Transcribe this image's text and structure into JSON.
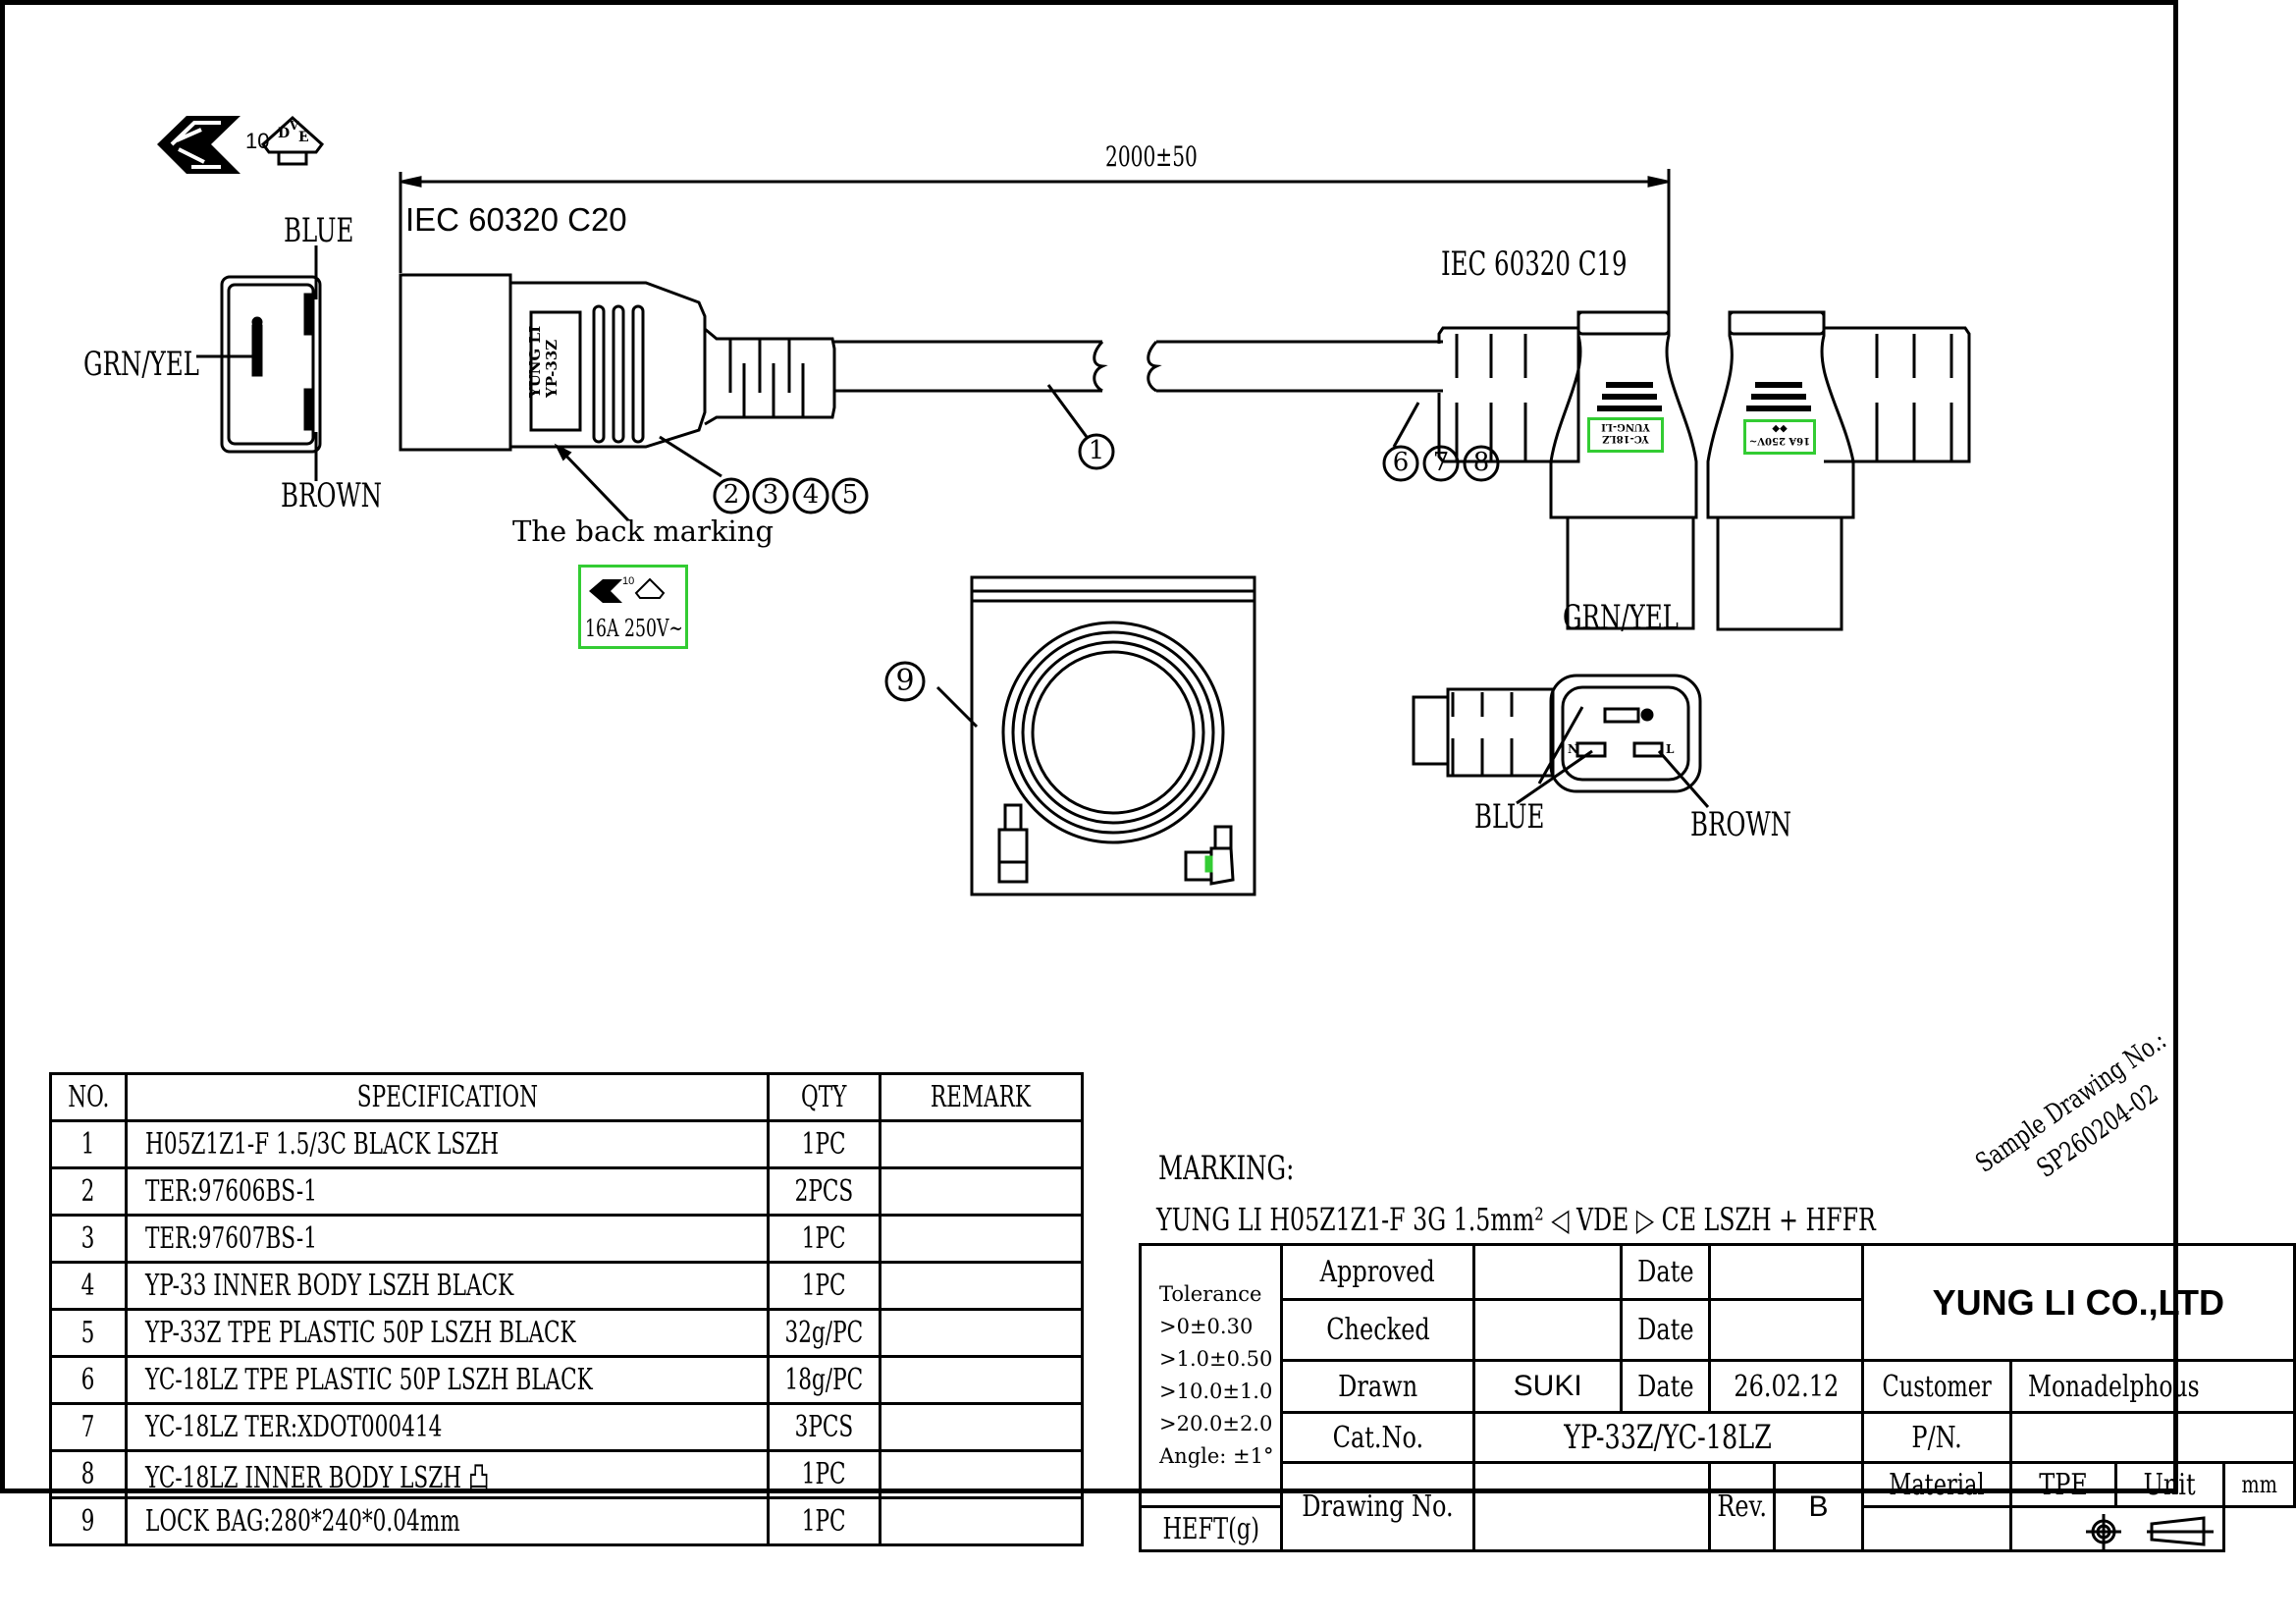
{
  "header": {
    "cert_marks": {
      "enec_number": "10",
      "vde_letters": [
        "D",
        "V",
        "E"
      ]
    },
    "dimension": "2000±50"
  },
  "plug_c20": {
    "title": "IEC 60320 C20",
    "body_marking": [
      "YUNG LI",
      "YP-33Z"
    ],
    "face_labels": {
      "top": "BLUE",
      "left": "GRN/YEL",
      "bottom": "BROWN"
    },
    "back_marking_label": "The back marking",
    "back_marking_box": {
      "enec_number": "10",
      "rating": "16A 250V~"
    },
    "balloons": [
      "2",
      "3",
      "4",
      "5"
    ]
  },
  "cable": {
    "balloon": "1"
  },
  "connector_c19": {
    "title": "IEC 60320 C19",
    "balloons": [
      "6",
      "7",
      "8"
    ],
    "front_marking": [
      "YC-18LZ",
      "YUNG-LI"
    ],
    "rear_marking": [
      "16A 250V~"
    ],
    "face_labels": {
      "top": "GRN/YEL",
      "left": "BLUE",
      "right": "BROWN",
      "neutral": "N",
      "live": "L"
    }
  },
  "bag": {
    "balloon": "9"
  },
  "parts_table": {
    "headers": [
      "NO.",
      "SPECIFICATION",
      "QTY",
      "REMARK"
    ],
    "rows": [
      {
        "no": "1",
        "spec": "H05Z1Z1-F 1.5/3C BLACK LSZH",
        "qty": "1PC",
        "remark": ""
      },
      {
        "no": "2",
        "spec": "TER:97606BS-1",
        "qty": "2PCS",
        "remark": ""
      },
      {
        "no": "3",
        "spec": "TER:97607BS-1",
        "qty": "1PC",
        "remark": ""
      },
      {
        "no": "4",
        "spec": "YP-33 INNER BODY  LSZH BLACK",
        "qty": "1PC",
        "remark": ""
      },
      {
        "no": "5",
        "spec": "YP-33Z TPE PLASTIC 50P LSZH BLACK",
        "qty": "32g/PC",
        "remark": ""
      },
      {
        "no": "6",
        "spec": "YC-18LZ TPE PLASTIC 50P LSZH BLACK",
        "qty": "18g/PC",
        "remark": ""
      },
      {
        "no": "7",
        "spec": "YC-18LZ TER:XDOT000414",
        "qty": "3PCS",
        "remark": ""
      },
      {
        "no": "8",
        "spec": "YC-18LZ INNER BODY LSZH  凸",
        "qty": "1PC",
        "remark": ""
      },
      {
        "no": "9",
        "spec": "LOCK BAG:280*240*0.04mm",
        "qty": "1PC",
        "remark": ""
      }
    ]
  },
  "marking": {
    "label": "MARKING:",
    "text": "YUNG LI H05Z1Z1-F  3G 1.5mm² ◁ VDE ▷  CE   LSZH + HFFR"
  },
  "sample_drawing": {
    "label": "Sample Drawing No.:",
    "number": "SP260204-02"
  },
  "title_block": {
    "tolerance": [
      "Tolerance",
      ">0±0.30",
      ">1.0±0.50",
      ">10.0±1.0",
      ">20.0±2.0",
      "Angle: ±1°"
    ],
    "approved_label": "Approved",
    "approved_value": "",
    "checked_label": "Checked",
    "checked_value": "",
    "drawn_label": "Drawn",
    "drawn_value": "SUKI",
    "date_label": "Date",
    "approved_date": "",
    "checked_date": "",
    "drawn_date": "26.02.12",
    "company": "YUNG LI CO.,LTD",
    "customer_label": "Customer",
    "customer_value": "Monadelphous",
    "cat_label": "Cat.No.",
    "cat_value": "YP-33Z/YC-18LZ",
    "pn_label": "P/N.",
    "pn_value": "",
    "drawing_no_label": "Drawing No.",
    "drawing_no_value": "",
    "rev_label": "Rev.",
    "rev_value": "B",
    "material_label": "Material",
    "material_value": "TPE",
    "unit_label": "Unit",
    "unit_value": "mm",
    "heft_label": "HEFT(g)",
    "heft_value": "",
    "projection_symbols": [
      "first-angle-projection-icon"
    ]
  },
  "colors": {
    "line": "#000000",
    "marking_box": "#33cc33"
  }
}
